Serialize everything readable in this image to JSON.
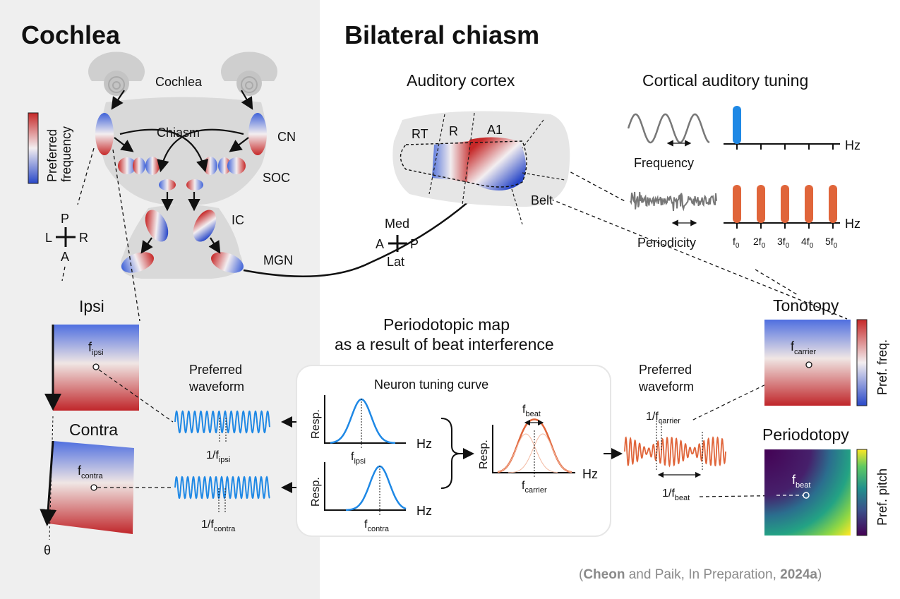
{
  "titles": {
    "left": "Cochlea",
    "right": "Bilateral chiasm"
  },
  "anatomy": {
    "cochlea": "Cochlea",
    "chiasm": "Chiasm",
    "cn": "CN",
    "soc": "SOC",
    "ic": "IC",
    "mgn": "MGN",
    "colorbar_label_1": "Preferred",
    "colorbar_label_2": "frequency",
    "compass": {
      "p": "P",
      "a": "A",
      "l": "L",
      "r": "R"
    }
  },
  "cortex": {
    "title": "Auditory cortex",
    "rt": "RT",
    "r": "R",
    "a1": "A1",
    "belt": "Belt",
    "compass": {
      "med": "Med",
      "lat": "Lat",
      "a": "A",
      "p": "P"
    }
  },
  "tuning": {
    "title": "Cortical auditory tuning",
    "frequency": "Frequency",
    "periodicity": "Periodicity",
    "hz": "Hz",
    "harmonics": [
      "f",
      "2f",
      "3f",
      "4f",
      "5f"
    ],
    "harmonic_sub": "0",
    "colors": {
      "frequency": "#1e88e5",
      "periodicity": "#e0653a"
    }
  },
  "maps": {
    "ipsi": "Ipsi",
    "contra": "Contra",
    "theta": "θ",
    "f_ipsi": {
      "base": "f",
      "sub": "ipsi"
    },
    "f_contra": {
      "base": "f",
      "sub": "contra"
    },
    "tonotopy": "Tonotopy",
    "pref_freq": "Pref. freq.",
    "f_carrier": {
      "base": "f",
      "sub": "carrier"
    },
    "periodotopy": "Periodotopy",
    "pref_pitch": "Pref. pitch",
    "f_beat": {
      "base": "f",
      "sub": "beat"
    }
  },
  "center": {
    "title_1": "Periodotopic map",
    "title_2": "as a result of beat interference",
    "box_title": "Neuron tuning curve",
    "resp": "Resp.",
    "hz": "Hz",
    "pref_waveform_1": "Preferred",
    "pref_waveform_2": "waveform",
    "inv_ipsi": {
      "base": "1/f",
      "sub": "ipsi"
    },
    "inv_contra": {
      "base": "1/f",
      "sub": "contra"
    },
    "inv_carrier": {
      "base": "1/f",
      "sub": "carrier"
    },
    "inv_beat": {
      "base": "1/f",
      "sub": "beat"
    },
    "f_ipsi": {
      "base": "f",
      "sub": "ipsi"
    },
    "f_contra": {
      "base": "f",
      "sub": "contra"
    },
    "f_carrier": {
      "base": "f",
      "sub": "carrier"
    },
    "f_beat": {
      "base": "f",
      "sub": "beat"
    }
  },
  "citation": {
    "open": "(",
    "author": "Cheon",
    "mid": " and Paik, In Preparation, ",
    "year": "2024a",
    "close": ")"
  }
}
